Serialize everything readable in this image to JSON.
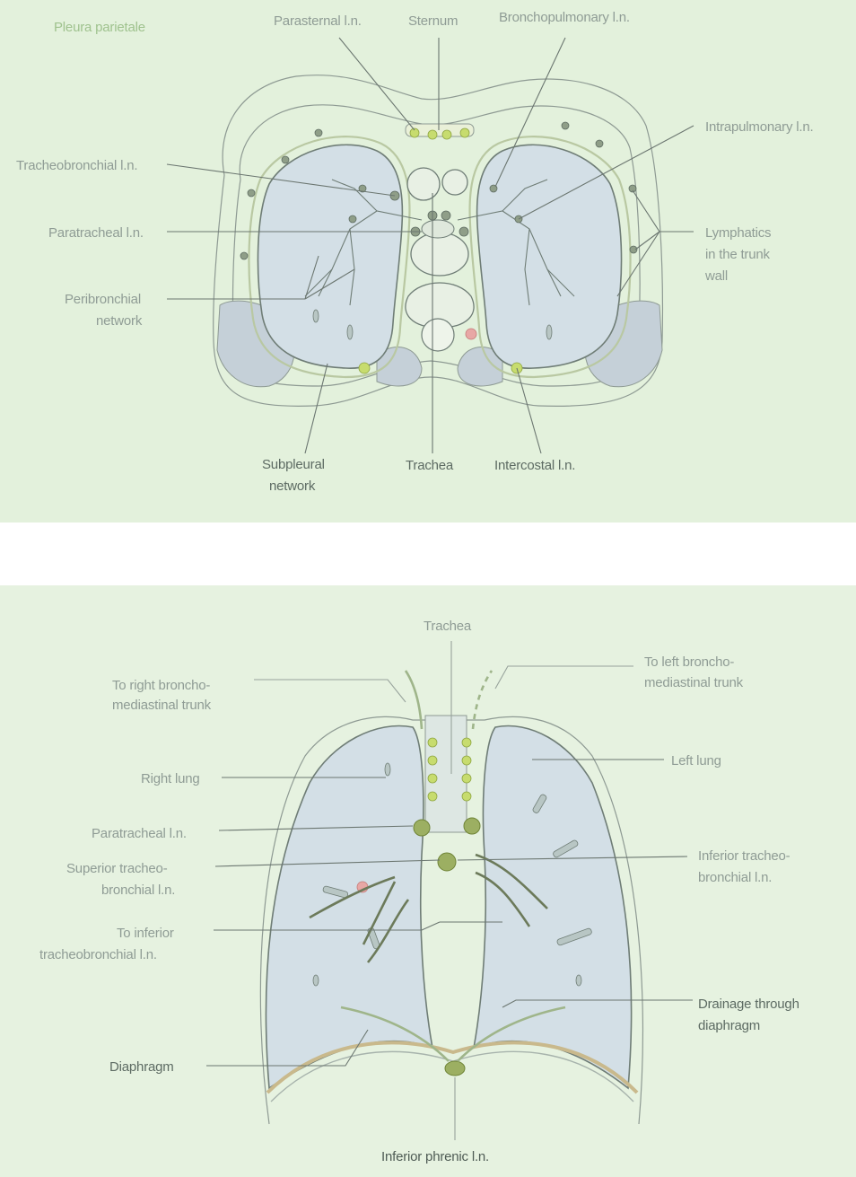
{
  "top_slide": {
    "labels": {
      "pleura_parietale": "Pleura parietale",
      "parasternal": "Parasternal l.n.",
      "sternum": "Sternum",
      "bronchopulmonary": "Bronchopulmonary l.n.",
      "intrapulmonary": "Intrapulmonary l.n.",
      "tracheobronchial": "Tracheobronchial l.n.",
      "paratracheal": "Paratracheal l.n.",
      "lymphatics_line1": "Lymphatics",
      "lymphatics_line2": "in the trunk",
      "lymphatics_line3": "wall",
      "peribronchial_line1": "Peribronchial",
      "peribronchial_line2": "network",
      "subpleural_line1": "Subpleural",
      "subpleural_line2": "network",
      "trachea": "Trachea",
      "intercostal": "Intercostal l.n."
    }
  },
  "bottom_slide": {
    "labels": {
      "trachea": "Trachea",
      "right_trunk_line1": "To right broncho-",
      "right_trunk_line2": "mediastinal trunk",
      "left_trunk_line1": "To left broncho-",
      "left_trunk_line2": "mediastinal trunk",
      "right_lung": "Right lung",
      "left_lung": "Left lung",
      "paratracheal": "Paratracheal l.n.",
      "superior_tb_line1": "Superior tracheo-",
      "superior_tb_line2": "bronchial l.n.",
      "inferior_tb_line1": "Inferior tracheo-",
      "inferior_tb_line2": "bronchial l.n.",
      "to_inferior_line1": "To inferior",
      "to_inferior_line2": "tracheobronchial l.n.",
      "drainage_line1": "Drainage through",
      "drainage_line2": "diaphragm",
      "diaphragm": "Diaphragm",
      "inferior_phrenic": "Inferior phrenic l.n."
    }
  }
}
